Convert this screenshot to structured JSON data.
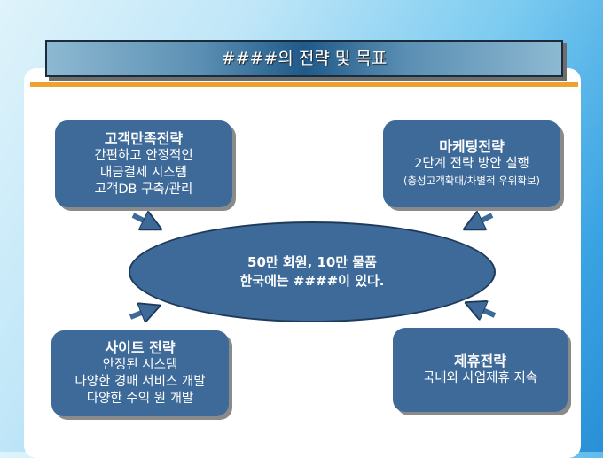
{
  "title": "####의 전략 및 목표",
  "boxes": {
    "customer": {
      "heading": "고객만족전략",
      "lines": [
        "간편하고 안정적인",
        "대금결제 시스템",
        "고객DB 구축/관리"
      ]
    },
    "marketing": {
      "heading": "마케팅전략",
      "lines": [
        "2단계 전략 방안 실행",
        "(충성고객확대/차별적 우위확보)"
      ]
    },
    "site": {
      "heading": "사이트 전략",
      "lines": [
        "안정된 시스템",
        "다양한 경매 서비스 개발",
        "다양한 수익 원 개발"
      ]
    },
    "partnership": {
      "heading": "제휴전략",
      "lines": [
        "국내외 사업제휴 지속"
      ]
    }
  },
  "center": {
    "lines": [
      "50만 회원, 10만 물품",
      "한국에는 ####이 있다."
    ]
  },
  "colors": {
    "box": "#3d6a98",
    "accent": "#f0a030"
  }
}
